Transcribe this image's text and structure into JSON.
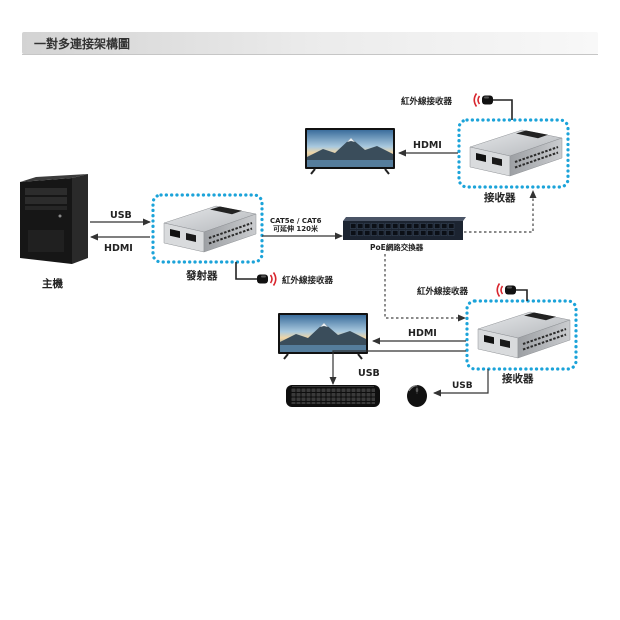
{
  "header": {
    "title": "一對多連接架構圖"
  },
  "host": {
    "label": "主機",
    "usb_label": "USB",
    "hdmi_label": "HDMI"
  },
  "transmitter": {
    "label": "發射器",
    "ir_label": "紅外線接收器"
  },
  "cable": {
    "type_label": "CAT5e / CAT6",
    "distance_label": "可延伸 120米"
  },
  "switch": {
    "label": "PoE網路交換器"
  },
  "receiver_1": {
    "label": "接收器",
    "ir_label": "紅外線接收器",
    "hdmi_label": "HDMI"
  },
  "receiver_2": {
    "label": "接收器",
    "ir_label": "紅外線接收器",
    "hdmi_label": "HDMI",
    "keyboard_usb_label": "USB",
    "mouse_usb_label": "USB"
  },
  "colors": {
    "frame_accent": "#1ba3d9",
    "ir_wave": "#d8262e",
    "text": "#222222",
    "wire": "#333333"
  },
  "icons": {
    "host": "pc-tower-icon",
    "extender": "extender-device-icon",
    "switch": "poe-switch-icon",
    "display": "tv-icon",
    "ir": "ir-receiver-icon",
    "keyboard": "keyboard-icon",
    "mouse": "mouse-icon"
  }
}
